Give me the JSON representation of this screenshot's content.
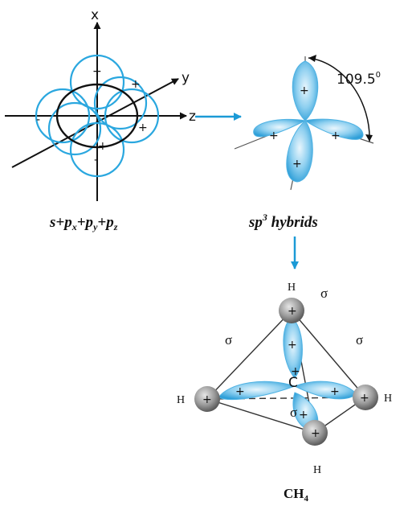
{
  "left_figure": {
    "axis_x": "x",
    "axis_y": "y",
    "axis_z": "z",
    "signs": [
      "+",
      "+",
      "+",
      "-",
      "-",
      "+",
      "-"
    ],
    "caption": {
      "base": "s+p",
      "x_sub": "x",
      "plus1": "+p",
      "y_sub": "y",
      "plus2": "+p",
      "z_sub": "z"
    }
  },
  "hybrid_figure": {
    "angle_value": "109.5",
    "angle_unit": "0",
    "lobe_signs": [
      "+",
      "+",
      "+",
      "+"
    ],
    "caption": {
      "base": "sp",
      "sup": "3",
      "rest": " hybrids"
    }
  },
  "methane_figure": {
    "h_labels": [
      "H",
      "H",
      "H",
      "H"
    ],
    "carbon": "C",
    "sigma_labels": [
      "σ",
      "σ",
      "σ",
      "σ"
    ],
    "plus_signs": [
      "+",
      "+",
      "+",
      "+",
      "+",
      "+",
      "+",
      "+",
      "+"
    ],
    "formula": "CH",
    "formula_sub": "4"
  },
  "colors": {
    "orbital_blue": "#2aa7df",
    "lobe_light": "#cdeaf8",
    "lobe_mid": "#5bb9e6",
    "arrow_blue": "#1b9ad6",
    "atom_gray": "#8a8a8a"
  }
}
